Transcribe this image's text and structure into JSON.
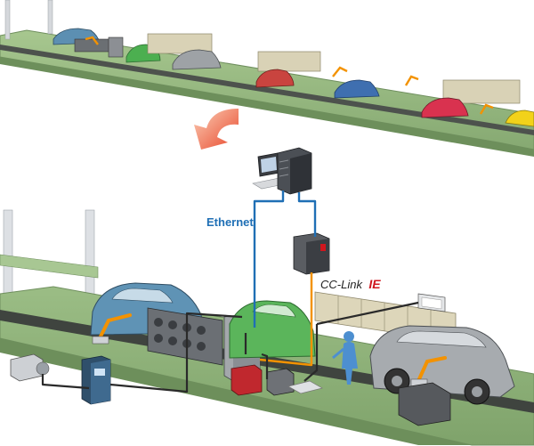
{
  "labels": {
    "network_ethernet": "Ethernet",
    "network_cclink_prefix": "CC-Link",
    "network_cclink_suffix": "IE"
  },
  "colors": {
    "ethernet_line": "#1f6fb5",
    "cclink_line": "#f39200",
    "wire_dark": "#2a2a2a",
    "floor": "#8fb27a",
    "conveyor": "#555a55",
    "arrow": "#e8462a",
    "accent_ie": "#d0161e"
  },
  "icons": [
    "production-line-overview",
    "transition-arrow",
    "pc-workstation",
    "server-rack",
    "plc-controller",
    "inverter-drive",
    "servo-motor",
    "io-cabinet",
    "robot-arm",
    "operator-figure",
    "hmi-display"
  ]
}
